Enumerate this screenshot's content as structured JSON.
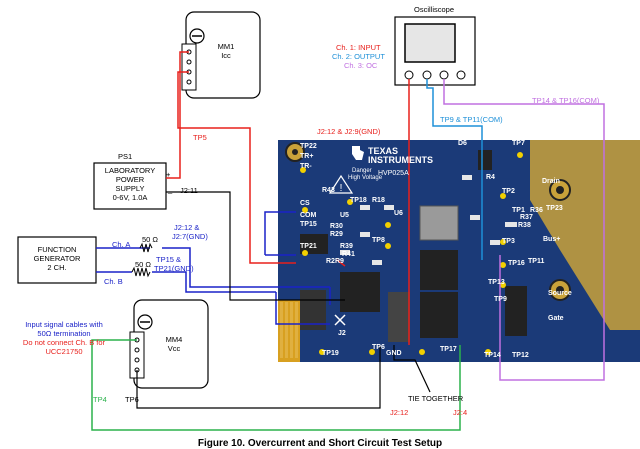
{
  "caption": "Figure 10. Overcurrent and Short Circuit Test Setup",
  "instruments": {
    "mm1": {
      "name": "MM1",
      "sub": "Icc"
    },
    "mm4": {
      "name": "MM4",
      "sub": "Vcc"
    },
    "ps1": {
      "tag": "PS1",
      "l1": "LABORATORY",
      "l2": "POWER",
      "l3": "SUPPLY",
      "l4": "0-6V, 1.0A",
      "plus": "+",
      "minus": "_"
    },
    "fgen": {
      "l1": "FUNCTION",
      "l2": "GENERATOR",
      "l3": "2 CH."
    },
    "scope": {
      "title": "Oscilliscope"
    }
  },
  "scope_channels": {
    "ch1": "Ch. 1: INPUT",
    "ch2": "Ch. 2: OUTPUT",
    "ch3": "Ch. 3: OC"
  },
  "wire_labels": {
    "tp5": "TP5",
    "j2_12_9": "J2:12 & J2:9(GND)",
    "tp9_tp11": "TP9 & TP11(COM)",
    "tp14_tp16": "TP14 & TP16(COM)",
    "j2_11": "J2:11",
    "j2_12_7a": "J2:12 &",
    "j2_12_7b": "J2:7(GND)",
    "tp15_a": "TP15 &",
    "tp15_b": "TP21(GND)",
    "ch_a": "Ch. A",
    "ch_b": "Ch. B",
    "ohm_a": "50 Ω",
    "ohm_b": "50 Ω",
    "tp4": "TP4",
    "tp6": "TP6",
    "tie": "TIE TOGETHER",
    "j2_12_bottom": "J2:12",
    "j2_4": "J2:4"
  },
  "note": {
    "l1": "Input signal cables with",
    "l2": "50Ω termination",
    "l3": "Do not connect Ch. B for",
    "l4": "UCC21750"
  },
  "pcb": {
    "brand1": "TEXAS",
    "brand2": "INSTRUMENTS",
    "model": "HVP025A",
    "danger1": "Danger",
    "danger2": "High Voltage",
    "labels": [
      "TP22",
      "TR+",
      "TR-",
      "R43",
      "U5",
      "TP18",
      "R18",
      "U6",
      "D6",
      "TP7",
      "R4",
      "TP2",
      "TP1",
      "R36",
      "R37",
      "R38",
      "TP23",
      "TP3",
      "TP16",
      "TP11",
      "TP13",
      "TP8",
      "R30",
      "R29",
      "R39",
      "R41",
      "R2R9",
      "TP15",
      "TP21",
      "COM",
      "CS",
      "TP19",
      "TP6",
      "GND",
      "TP17",
      "TP14",
      "TP12",
      "J2",
      "Drain",
      "Source",
      "Gate",
      "Bus+",
      "TP9"
    ]
  },
  "colors": {
    "red": "#e8201c",
    "blue": "#1a22c8",
    "cyan": "#1e90d8",
    "magenta": "#c070e0",
    "green": "#2bb24c",
    "pcb": "#1b3a78"
  }
}
